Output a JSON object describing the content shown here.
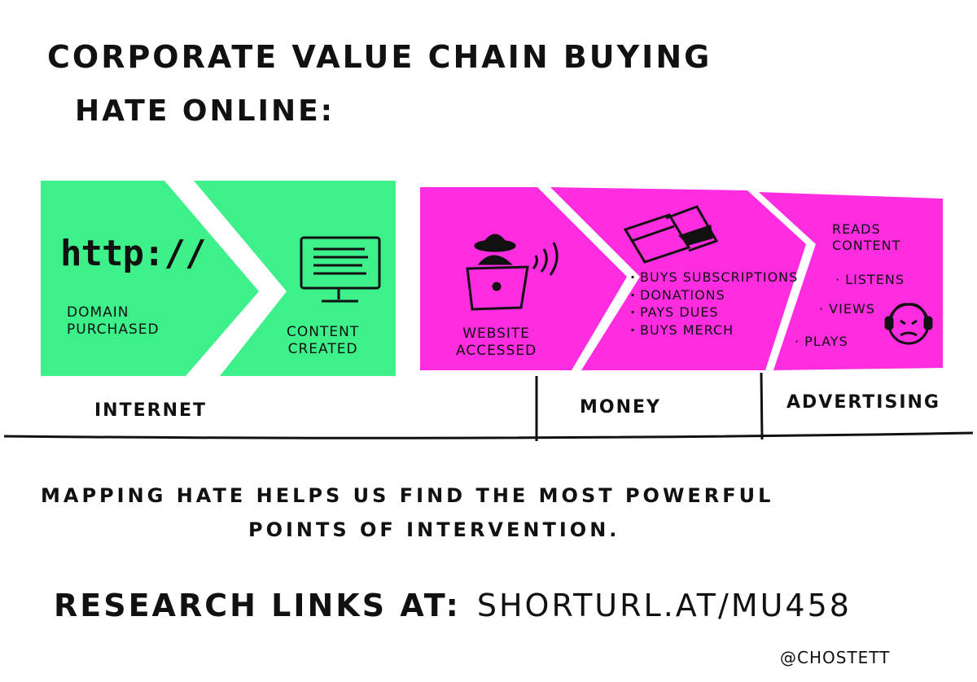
{
  "title": {
    "line1": "Corporate value chain buying",
    "line2": "Hate online:"
  },
  "colors": {
    "green": "#3ef08a",
    "magenta": "#ff2ce0",
    "ink": "#111111"
  },
  "stages": {
    "domain": {
      "icon": "http-icon",
      "icon_text": "http://",
      "label_line1": "Domain",
      "label_line2": "Purchased"
    },
    "content": {
      "icon": "monitor-icon",
      "label_line1": "Content",
      "label_line2": "Created"
    },
    "website": {
      "icon": "hacker-laptop-icon",
      "label_line1": "Website",
      "label_line2": "Accessed"
    },
    "money": {
      "icon": "credit-cards-icon",
      "items": [
        "Buys subscriptions",
        "Donations",
        "Pays dues",
        "Buys merch"
      ]
    },
    "advertising": {
      "icon": "headset-person-icon",
      "items": [
        "Reads content",
        "Listens",
        "Views",
        "Plays"
      ]
    }
  },
  "sections": {
    "internet": "Internet",
    "money": "Money",
    "advertising": "Advertising"
  },
  "message": {
    "line1": "Mapping hate helps us find the most powerful",
    "line2": "points of intervention."
  },
  "research": {
    "label": "Research links at:",
    "link": "shorturl.at/mu458"
  },
  "credit": "@chostett"
}
